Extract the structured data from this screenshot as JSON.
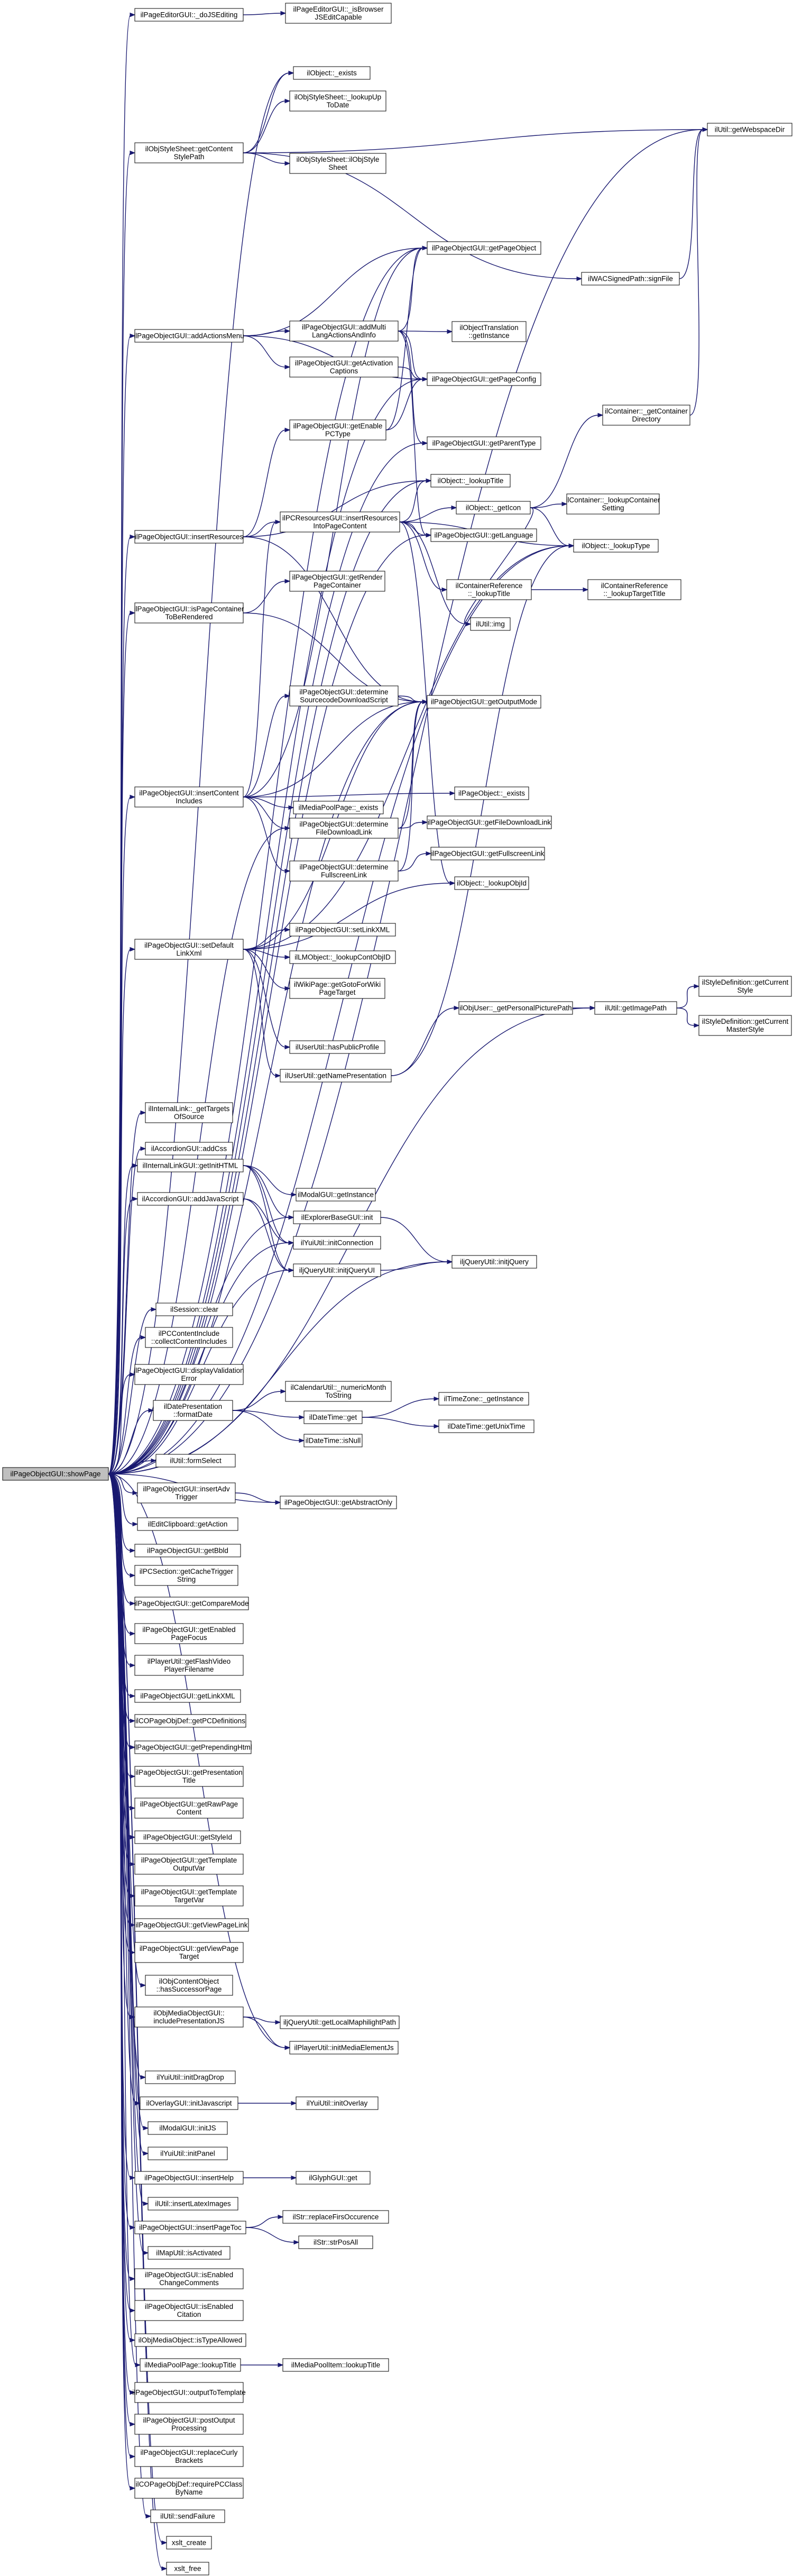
{
  "graph": {
    "root": "ilPageObjectGUI::showPage",
    "nodes": {
      "root": [
        "ilPageObjectGUI::showPage"
      ],
      "a1": [
        "ilPageEditorGUI::_doJSEditing"
      ],
      "b1": [
        "ilPageEditorGUI::_isBrowser",
        "JSEditCapable"
      ],
      "b2": [
        "ilObject::_exists"
      ],
      "b3": [
        "ilObjStyleSheet::_lookupUp",
        "ToDate"
      ],
      "a2": [
        "ilObjStyleSheet::getContent",
        "StylePath"
      ],
      "b4": [
        "ilObjStyleSheet::ilObjStyle",
        "Sheet"
      ],
      "w1": [
        "ilUtil::getWebspaceDir"
      ],
      "r1": [
        "ilWACSignedPath::signFile"
      ],
      "c1": [
        "ilPageObjectGUI::getPageObject"
      ],
      "a3": [
        "ilPageObjectGUI::addActionsMenu"
      ],
      "b5": [
        "ilPageObjectGUI::addMulti",
        "LangActionsAndInfo"
      ],
      "c2": [
        "ilObjectTranslation",
        "::getInstance"
      ],
      "b6": [
        "ilPageObjectGUI::getActivation",
        "Captions"
      ],
      "c3": [
        "ilPageObjectGUI::getPageConfig"
      ],
      "r2": [
        "ilContainer::_getContainer",
        "Directory"
      ],
      "b7": [
        "ilPageObjectGUI::getEnable",
        "PCType"
      ],
      "c4": [
        "ilPageObjectGUI::getParentType"
      ],
      "c5": [
        "ilObject::_lookupTitle"
      ],
      "c6": [
        "ilObject::_getIcon"
      ],
      "d1": [
        "ilContainer::_lookupContainer",
        "Setting"
      ],
      "a4": [
        "ilPageObjectGUI::insertResources"
      ],
      "b8": [
        "ilPCResourcesGUI::insertResources",
        "IntoPageContent"
      ],
      "e1": [
        "ilObject::_lookupType"
      ],
      "c7": [
        "ilPageObjectGUI::getLanguage"
      ],
      "c8": [
        "ilContainerReference",
        "::_lookupTitle"
      ],
      "d2": [
        "ilContainerReference",
        "::_lookupTargetTitle"
      ],
      "c9": [
        "ilUtil::img"
      ],
      "a5": [
        "ilPageObjectGUI::isPageContainer",
        "ToBeRendered"
      ],
      "b9": [
        "ilPageObjectGUI::getRender",
        "PageContainer"
      ],
      "b10": [
        "ilPageObjectGUI::determine",
        "SourcecodeDownloadScript"
      ],
      "c10": [
        "ilPageObjectGUI::getOutputMode"
      ],
      "a6": [
        "ilPageObjectGUI::insertContent",
        "Includes"
      ],
      "b11": [
        "ilMediaPoolPage::_exists"
      ],
      "c11": [
        "ilPageObject::_exists"
      ],
      "b12": [
        "ilPageObjectGUI::determine",
        "FileDownloadLink"
      ],
      "c12": [
        "ilPageObjectGUI::getFileDownloadLink"
      ],
      "b13": [
        "ilPageObjectGUI::determine",
        "FullscreenLink"
      ],
      "c13": [
        "ilPageObjectGUI::getFullscreenLink"
      ],
      "c14": [
        "ilObject::_lookupObjId"
      ],
      "a7": [
        "ilPageObjectGUI::setDefault",
        "LinkXml"
      ],
      "b14": [
        "ilPageObjectGUI::setLinkXML"
      ],
      "b15": [
        "ilLMObject::_lookupContObjID"
      ],
      "b16": [
        "ilWikiPage::getGotoForWiki",
        "PageTarget"
      ],
      "c15": [
        "ilObjUser::_getPersonalPicturePath"
      ],
      "c16": [
        "ilUtil::getImagePath"
      ],
      "d3": [
        "ilStyleDefinition::getCurrent",
        "Style"
      ],
      "d4": [
        "ilStyleDefinition::getCurrent",
        "MasterStyle"
      ],
      "b17": [
        "ilUserUtil::hasPublicProfile"
      ],
      "b18": [
        "ilUserUtil::getNamePresentation"
      ],
      "a8": [
        "ilInternalLink::_getTargets",
        "OfSource"
      ],
      "a9": [
        "ilAccordionGUI::addCss"
      ],
      "a10": [
        "ilInternalLinkGUI::getInitHTML"
      ],
      "b19": [
        "ilModalGUI::getInstance"
      ],
      "b20": [
        "ilExplorerBaseGUI::init"
      ],
      "a11": [
        "ilAccordionGUI::addJavaScript"
      ],
      "b21": [
        "ilYuiUtil::initConnection"
      ],
      "b22": [
        "iljQueryUtil::initjQueryUI"
      ],
      "c17": [
        "iljQueryUtil::initjQuery"
      ],
      "a12": [
        "ilSession::clear"
      ],
      "a13": [
        "ilPCContentInclude",
        "::collectContentIncludes"
      ],
      "a14": [
        "ilPageObjectGUI::displayValidation",
        "Error"
      ],
      "a15": [
        "ilDatePresentation",
        "::formatDate"
      ],
      "b23": [
        "ilCalendarUtil::_numericMonth",
        "ToString"
      ],
      "b24": [
        "ilDateTime::get"
      ],
      "c18": [
        "ilTimeZone::_getInstance"
      ],
      "c19": [
        "ilDateTime::getUnixTime"
      ],
      "b25": [
        "ilDateTime::isNull"
      ],
      "a16": [
        "ilUtil::formSelect"
      ],
      "a17": [
        "ilPageObjectGUI::insertAdv",
        "Trigger"
      ],
      "b26": [
        "ilPageObjectGUI::getAbstractOnly"
      ],
      "a18": [
        "ilEditClipboard::getAction"
      ],
      "a19": [
        "ilPageObjectGUI::getBbld"
      ],
      "a20": [
        "ilPCSection::getCacheTrigger",
        "String"
      ],
      "a21": [
        "ilPageObjectGUI::getCompareMode"
      ],
      "a22": [
        "ilPageObjectGUI::getEnabled",
        "PageFocus"
      ],
      "a23": [
        "ilPlayerUtil::getFlashVideo",
        "PlayerFilename"
      ],
      "a24": [
        "ilPageObjectGUI::getLinkXML"
      ],
      "a25": [
        "ilCOPageObjDef::getPCDefinitions"
      ],
      "a26": [
        "ilPageObjectGUI::getPrependingHtml"
      ],
      "a27": [
        "ilPageObjectGUI::getPresentation",
        "Title"
      ],
      "a28": [
        "ilPageObjectGUI::getRawPage",
        "Content"
      ],
      "a29": [
        "ilPageObjectGUI::getStyleId"
      ],
      "a30": [
        "ilPageObjectGUI::getTemplate",
        "OutputVar"
      ],
      "a31": [
        "ilPageObjectGUI::getTemplate",
        "TargetVar"
      ],
      "a32": [
        "ilPageObjectGUI::getViewPageLink"
      ],
      "a33": [
        "ilPageObjectGUI::getViewPage",
        "Target"
      ],
      "a34": [
        "ilObjContentObject",
        "::hasSuccessorPage"
      ],
      "a35": [
        "ilObjMediaObjectGUI::",
        "includePresentationJS"
      ],
      "b27": [
        "iljQueryUtil::getLocalMaphilightPath"
      ],
      "b28": [
        "ilPlayerUtil::initMediaElementJs"
      ],
      "a36": [
        "ilYuiUtil::initDragDrop"
      ],
      "a37": [
        "ilOverlayGUI::initJavascript"
      ],
      "b29": [
        "ilYuiUtil::initOverlay"
      ],
      "a38": [
        "ilModalGUI::initJS"
      ],
      "a39": [
        "ilYuiUtil::initPanel"
      ],
      "a40": [
        "ilPageObjectGUI::insertHelp"
      ],
      "b30": [
        "ilGlyphGUI::get"
      ],
      "a41": [
        "ilUtil::insertLatexImages"
      ],
      "a42": [
        "ilPageObjectGUI::insertPageToc"
      ],
      "b31": [
        "ilStr::replaceFirsOccurence"
      ],
      "b32": [
        "ilStr::strPosAll"
      ],
      "a43": [
        "ilMapUtil::isActivated"
      ],
      "a44": [
        "ilPageObjectGUI::isEnabled",
        "ChangeComments"
      ],
      "a45": [
        "ilPageObjectGUI::isEnabled",
        "Citation"
      ],
      "a46": [
        "ilObjMediaObject::isTypeAllowed"
      ],
      "a47": [
        "ilMediaPoolPage::lookupTitle"
      ],
      "b33": [
        "ilMediaPoolItem::lookupTitle"
      ],
      "a48": [
        "ilPageObjectGUI::outputToTemplate"
      ],
      "a49": [
        "ilPageObjectGUI::postOutput",
        "Processing"
      ],
      "a50": [
        "ilPageObjectGUI::replaceCurly",
        "Brackets"
      ],
      "a51": [
        "ilCOPageObjDef::requirePCClass",
        "ByName"
      ],
      "a52": [
        "ilUtil::sendFailure"
      ],
      "a53": [
        "xslt_create"
      ],
      "a54": [
        "xslt_free"
      ]
    },
    "edges": [
      [
        "root",
        "a1"
      ],
      [
        "root",
        "a2"
      ],
      [
        "root",
        "a3"
      ],
      [
        "root",
        "a4"
      ],
      [
        "root",
        "a5"
      ],
      [
        "root",
        "a6"
      ],
      [
        "root",
        "a7"
      ],
      [
        "root",
        "a8"
      ],
      [
        "root",
        "a9"
      ],
      [
        "root",
        "a10"
      ],
      [
        "root",
        "a11"
      ],
      [
        "root",
        "a12"
      ],
      [
        "root",
        "a13"
      ],
      [
        "root",
        "a14"
      ],
      [
        "root",
        "a15"
      ],
      [
        "root",
        "a16"
      ],
      [
        "root",
        "a17"
      ],
      [
        "root",
        "a18"
      ],
      [
        "root",
        "a19"
      ],
      [
        "root",
        "a20"
      ],
      [
        "root",
        "a21"
      ],
      [
        "root",
        "a22"
      ],
      [
        "root",
        "a23"
      ],
      [
        "root",
        "a24"
      ],
      [
        "root",
        "a25"
      ],
      [
        "root",
        "a26"
      ],
      [
        "root",
        "a27"
      ],
      [
        "root",
        "a28"
      ],
      [
        "root",
        "a29"
      ],
      [
        "root",
        "a30"
      ],
      [
        "root",
        "a31"
      ],
      [
        "root",
        "a32"
      ],
      [
        "root",
        "a33"
      ],
      [
        "root",
        "a34"
      ],
      [
        "root",
        "a35"
      ],
      [
        "root",
        "a36"
      ],
      [
        "root",
        "a37"
      ],
      [
        "root",
        "a38"
      ],
      [
        "root",
        "a39"
      ],
      [
        "root",
        "a40"
      ],
      [
        "root",
        "a41"
      ],
      [
        "root",
        "a42"
      ],
      [
        "root",
        "a43"
      ],
      [
        "root",
        "a44"
      ],
      [
        "root",
        "a45"
      ],
      [
        "root",
        "a46"
      ],
      [
        "root",
        "a47"
      ],
      [
        "root",
        "a48"
      ],
      [
        "root",
        "a49"
      ],
      [
        "root",
        "a50"
      ],
      [
        "root",
        "a51"
      ],
      [
        "root",
        "a52"
      ],
      [
        "root",
        "a53"
      ],
      [
        "root",
        "a54"
      ],
      [
        "root",
        "b2"
      ],
      [
        "root",
        "c1"
      ],
      [
        "root",
        "c3"
      ],
      [
        "root",
        "c4"
      ],
      [
        "root",
        "c10"
      ],
      [
        "root",
        "c5"
      ],
      [
        "root",
        "e1"
      ],
      [
        "root",
        "w1"
      ],
      [
        "root",
        "c7"
      ],
      [
        "root",
        "b22"
      ],
      [
        "root",
        "c17"
      ],
      [
        "root",
        "b20"
      ],
      [
        "root",
        "b28"
      ],
      [
        "root",
        "b21"
      ],
      [
        "root",
        "b26"
      ],
      [
        "root",
        "c16"
      ],
      [
        "root",
        "b12"
      ],
      [
        "a1",
        "b1"
      ],
      [
        "a2",
        "b2"
      ],
      [
        "a2",
        "b3"
      ],
      [
        "a2",
        "b4"
      ],
      [
        "a2",
        "w1"
      ],
      [
        "a2",
        "r1"
      ],
      [
        "a3",
        "b5"
      ],
      [
        "a3",
        "b6"
      ],
      [
        "a3",
        "c1"
      ],
      [
        "a3",
        "c3"
      ],
      [
        "b5",
        "c1"
      ],
      [
        "b5",
        "c2"
      ],
      [
        "b5",
        "c3"
      ],
      [
        "b5",
        "c4"
      ],
      [
        "b5",
        "c7"
      ],
      [
        "b6",
        "c3"
      ],
      [
        "a4",
        "b7"
      ],
      [
        "a4",
        "b8"
      ],
      [
        "a4",
        "c10"
      ],
      [
        "a4",
        "c5"
      ],
      [
        "b7",
        "c3"
      ],
      [
        "b7",
        "c1"
      ],
      [
        "b8",
        "c5"
      ],
      [
        "b8",
        "c6"
      ],
      [
        "b8",
        "e1"
      ],
      [
        "b8",
        "c8"
      ],
      [
        "b8",
        "c9"
      ],
      [
        "b8",
        "c14"
      ],
      [
        "b8",
        "c7"
      ],
      [
        "c6",
        "d1"
      ],
      [
        "c6",
        "r2"
      ],
      [
        "c6",
        "c9"
      ],
      [
        "c6",
        "e1"
      ],
      [
        "c8",
        "d2"
      ],
      [
        "r2",
        "w1"
      ],
      [
        "r1",
        "w1"
      ],
      [
        "a5",
        "b9"
      ],
      [
        "a5",
        "c10"
      ],
      [
        "a6",
        "b8"
      ],
      [
        "a6",
        "b10"
      ],
      [
        "a6",
        "b11"
      ],
      [
        "a6",
        "b12"
      ],
      [
        "a6",
        "b13"
      ],
      [
        "a6",
        "c10"
      ],
      [
        "a6",
        "c11"
      ],
      [
        "a6",
        "c1"
      ],
      [
        "b10",
        "c10"
      ],
      [
        "b12",
        "c12"
      ],
      [
        "b12",
        "c10"
      ],
      [
        "b13",
        "c13"
      ],
      [
        "b13",
        "c10"
      ],
      [
        "a7",
        "b14"
      ],
      [
        "a7",
        "b15"
      ],
      [
        "a7",
        "b16"
      ],
      [
        "a7",
        "b17"
      ],
      [
        "a7",
        "b18"
      ],
      [
        "a7",
        "c14"
      ],
      [
        "a7",
        "e1"
      ],
      [
        "a7",
        "c10"
      ],
      [
        "b18",
        "c15"
      ],
      [
        "b18",
        "e1"
      ],
      [
        "c15",
        "c16"
      ],
      [
        "c16",
        "d3"
      ],
      [
        "c16",
        "d4"
      ],
      [
        "a10",
        "b19"
      ],
      [
        "a10",
        "b20"
      ],
      [
        "a10",
        "b21"
      ],
      [
        "a10",
        "b22"
      ],
      [
        "a11",
        "b21"
      ],
      [
        "a11",
        "b22"
      ],
      [
        "b20",
        "c17"
      ],
      [
        "b22",
        "c17"
      ],
      [
        "a15",
        "b23"
      ],
      [
        "a15",
        "b24"
      ],
      [
        "a15",
        "b25"
      ],
      [
        "b24",
        "c18"
      ],
      [
        "b24",
        "c19"
      ],
      [
        "a17",
        "b26"
      ],
      [
        "a35",
        "b27"
      ],
      [
        "a35",
        "b28"
      ],
      [
        "a37",
        "b29"
      ],
      [
        "a40",
        "b30"
      ],
      [
        "a42",
        "b31"
      ],
      [
        "a42",
        "b32"
      ],
      [
        "a47",
        "b33"
      ]
    ]
  }
}
